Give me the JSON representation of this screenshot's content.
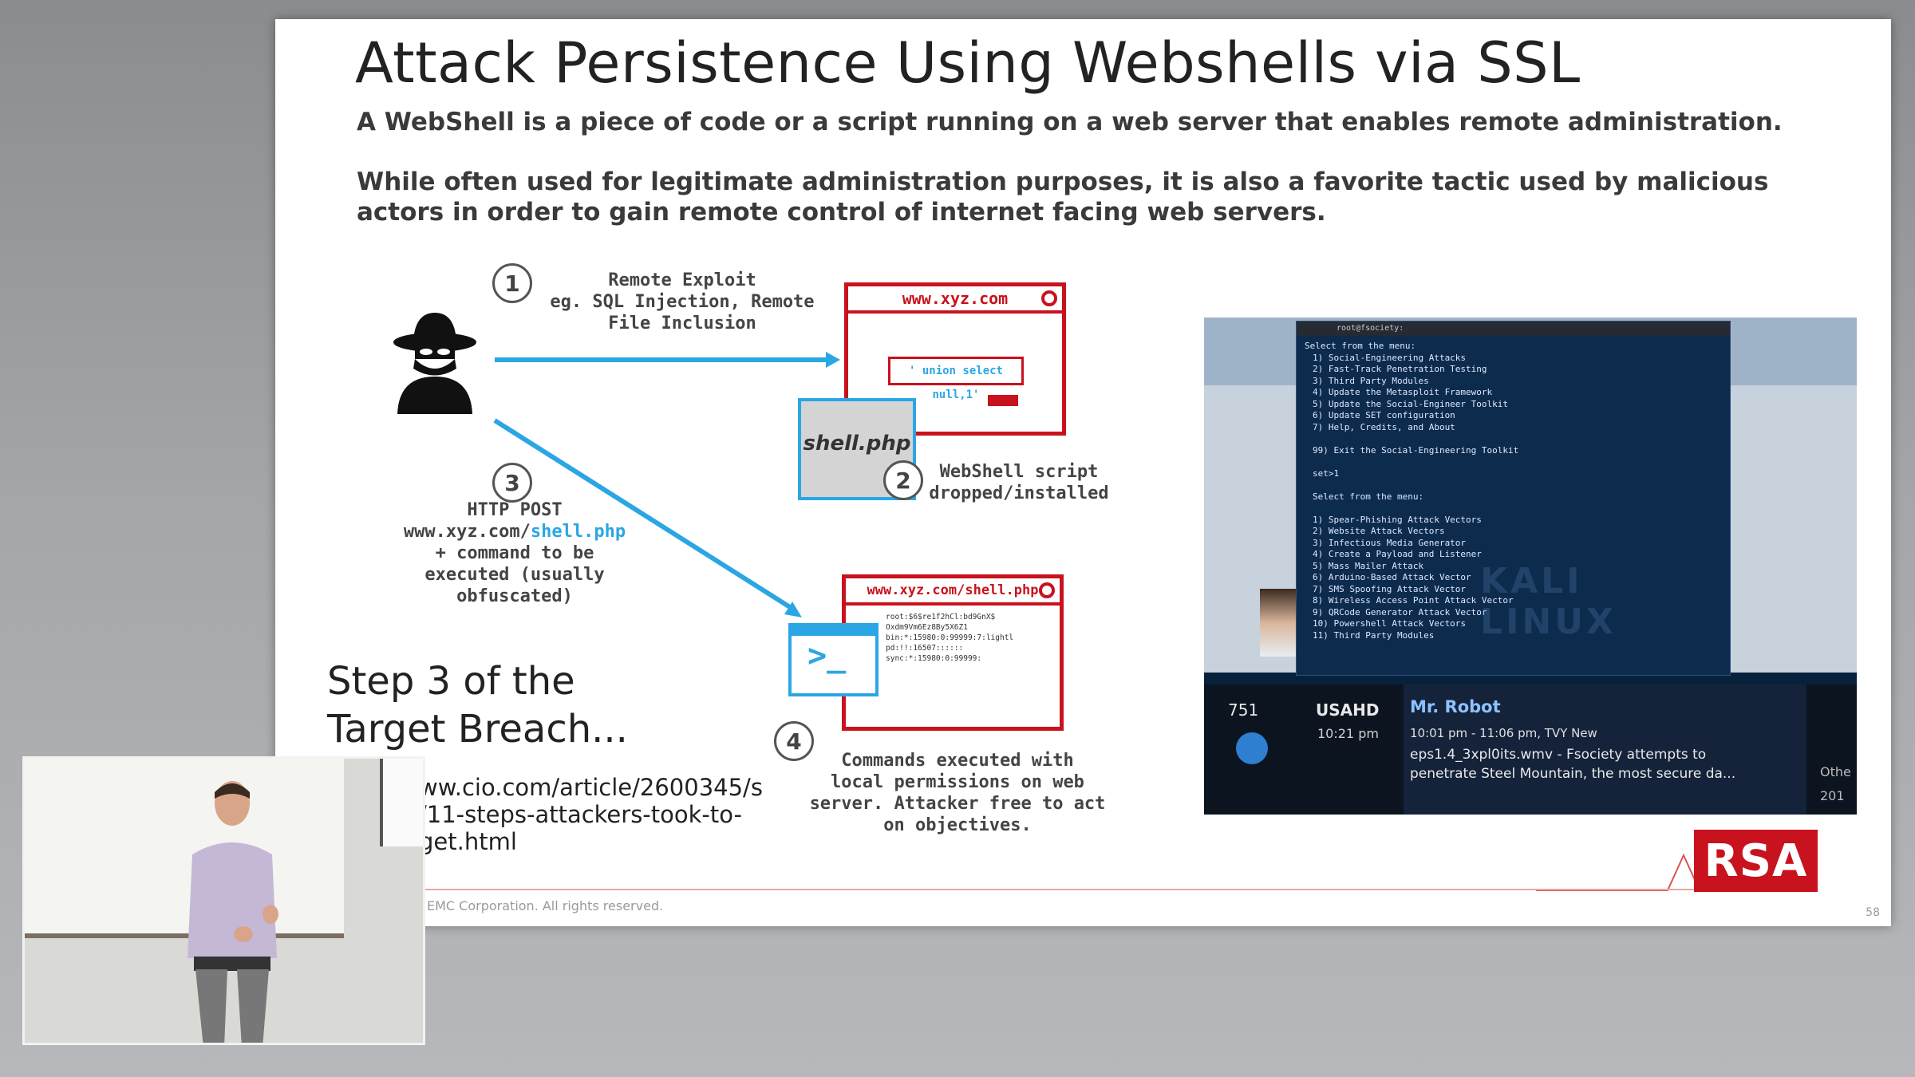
{
  "slide": {
    "title": "Attack Persistence Using Webshells via SSL",
    "paragraph1": "A WebShell is a piece of code or a script running on a web server that enables remote administration.",
    "paragraph2": "While often used for legitimate administration purposes, it is also a favorite tactic used by malicious actors in order to gain remote control of internet facing web servers."
  },
  "diagram": {
    "step1_number": "1",
    "step1_text": "Remote Exploit\neg. SQL Injection, Remote\nFile Inclusion",
    "browser1_url": "www.xyz.com",
    "browser1_field": "' union select null,1'",
    "file_label": "shell.php",
    "step2_number": "2",
    "step2_text": "WebShell script\ndropped/installed",
    "step3_number": "3",
    "step3_line1": "HTTP POST",
    "step3_url_prefix": "www.xyz.com/",
    "step3_url_highlight": "shell.php",
    "step3_rest": "+ command to be\nexecuted (usually\nobfuscated)",
    "browser2_url": "www.xyz.com/shell.php",
    "browser2_lines": [
      "root:$6$re1f2hCl:bd9GnX$",
      "Oxdm9Vm6Ez8By5X6Z1",
      "bin:*:15980:0:99999:7:lightl",
      "pd:!!:16507::::::",
      "sync:*:15980:0:99999:"
    ],
    "terminal_prompt": ">_",
    "step4_number": "4",
    "step4_text": "Commands executed with\nlocal permissions on web\nserver.  Attacker free to act\non objectives."
  },
  "note": {
    "step_text": "Step 3 of the\nTarget Breach...",
    "link": "ww.cio.com/article/2600345/s\n/11-steps-attackers-took-to-\nget.html"
  },
  "footer": {
    "copyright": "EMC Corporation. All rights reserved.",
    "page_number": "58",
    "logo": "RSA"
  },
  "screenshot": {
    "window_title": "root@fsociety:",
    "menu_header": "Select from the menu:",
    "menu_items": [
      "1)  Social-Engineering Attacks",
      "2)  Fast-Track Penetration Testing",
      "3)  Third Party Modules",
      "4)  Update the Metasploit Framework",
      "5)  Update the Social-Engineer Toolkit",
      "6)  Update SET configuration",
      "7)  Help, Credits, and About",
      "",
      "99) Exit the Social-Engineering Toolkit",
      "",
      "set>1",
      "",
      "Select from the menu:",
      "",
      "1)  Spear-Phishing Attack Vectors",
      "2)  Website Attack Vectors",
      "3)  Infectious Media Generator",
      "4)  Create a Payload and Listener",
      "5)  Mass Mailer Attack",
      "6)  Arduino-Based Attack Vector",
      "7)  SMS Spoofing Attack Vector",
      "8)  Wireless Access Point Attack Vector",
      "9)  QRCode Generator Attack Vector",
      "10) Powershell Attack Vectors",
      "11) Third Party Modules"
    ],
    "watermark": "KALI LINUX",
    "channel_number": "751",
    "channel_name": "USAHD",
    "channel_time": "10:21 pm",
    "show_title": "Mr. Robot",
    "show_time": "10:01 pm - 11:06 pm, TVY  New",
    "show_desc": "eps1.4_3xpl0its.wmv - Fsociety attempts to\npenetrate Steel Mountain, the most secure da...",
    "side_label": "Othe",
    "side_year": "201"
  }
}
